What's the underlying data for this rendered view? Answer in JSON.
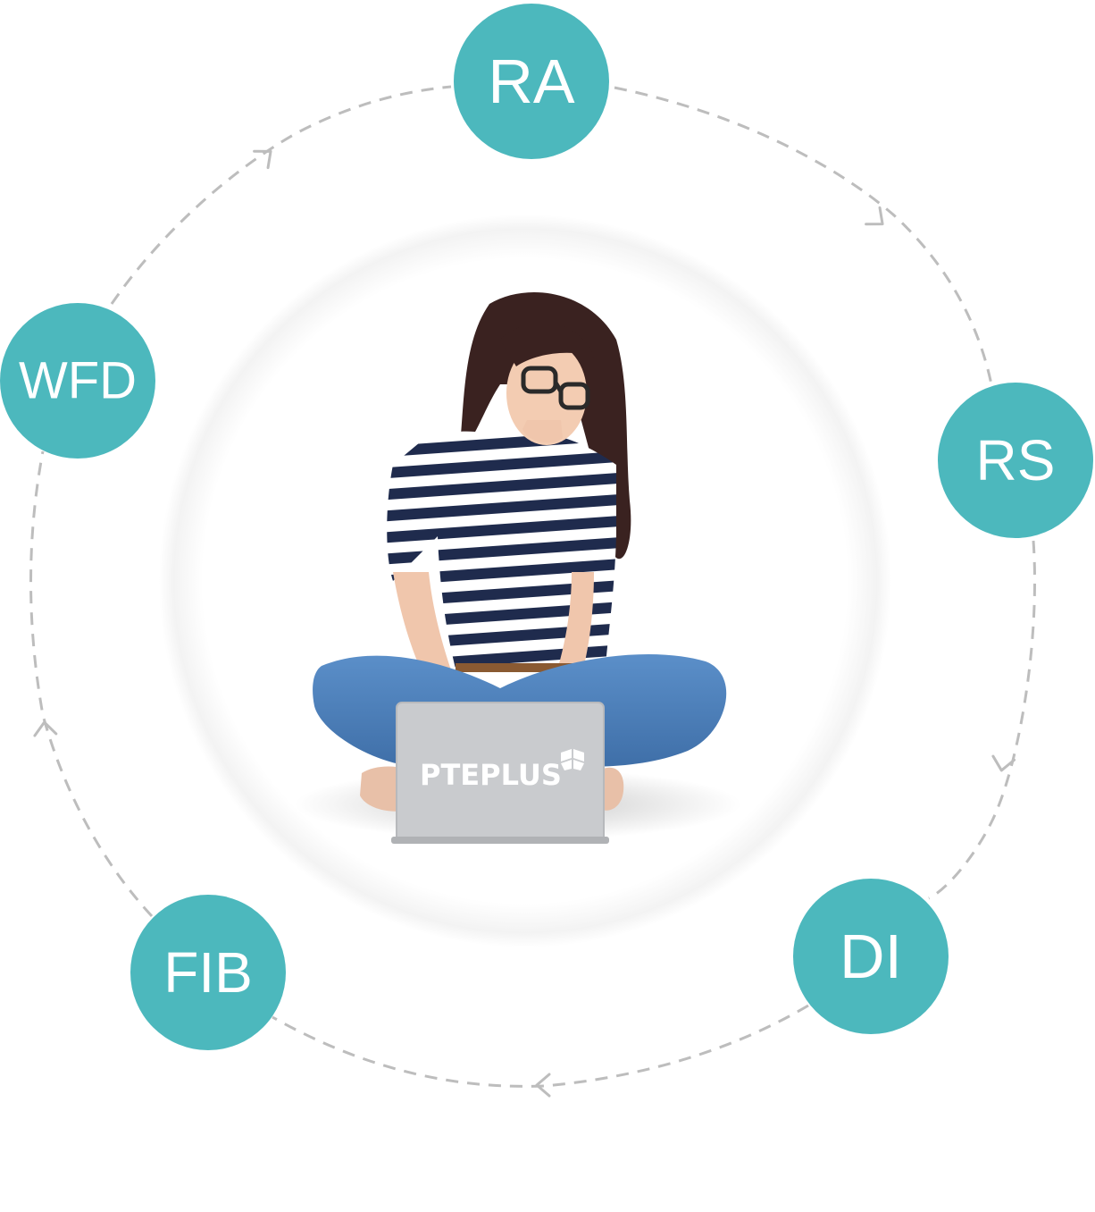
{
  "diagram": {
    "nodes": [
      {
        "id": "ra",
        "label": "RA"
      },
      {
        "id": "rs",
        "label": "RS"
      },
      {
        "id": "di",
        "label": "DI"
      },
      {
        "id": "fib",
        "label": "FIB"
      },
      {
        "id": "wfd",
        "label": "WFD"
      }
    ],
    "cycle_direction": "clockwise",
    "colors": {
      "node_fill": "#4cb8bd",
      "node_text": "#ffffff",
      "connector": "#bdbdbd",
      "laptop": "#c9cbce"
    }
  },
  "laptop": {
    "brand": "PTEPLUS"
  }
}
